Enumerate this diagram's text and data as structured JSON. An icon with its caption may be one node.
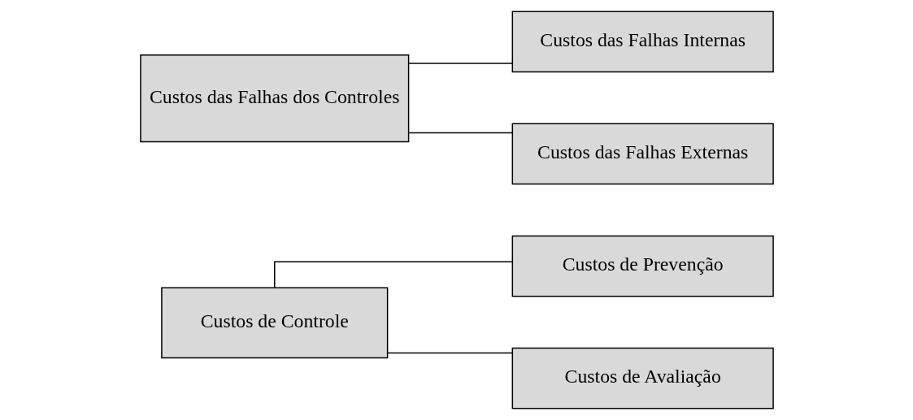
{
  "diagram": {
    "nodes": [
      {
        "text": [
          "Custos de Controle"
        ]
      },
      {
        "text": [
          "Custos de Prevenção"
        ]
      },
      {
        "text": [
          "Custos de Avaliação"
        ]
      },
      {
        "text": [
          "Custos das Falhas dos Controles"
        ]
      },
      {
        "text": [
          "Custos das Falhas Internas"
        ]
      },
      {
        "text": [
          "Custos das Falhas Externas"
        ]
      }
    ],
    "edges": [
      {
        "from": 0,
        "to": 1,
        "arrow": "none"
      },
      {
        "from": 0,
        "to": 2,
        "arrow": "none"
      },
      {
        "from": 3,
        "to": 4,
        "arrow": "none"
      },
      {
        "from": 3,
        "to": 5,
        "arrow": "none"
      }
    ]
  }
}
